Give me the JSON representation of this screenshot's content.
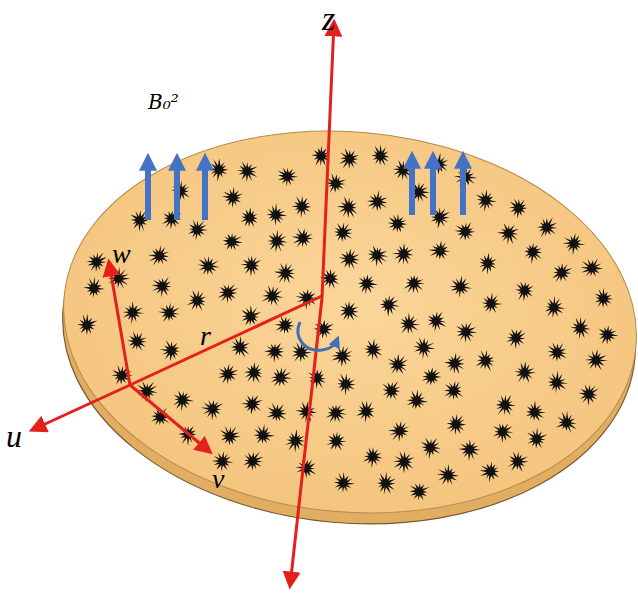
{
  "diagram": {
    "labels": [
      "z",
      "B₀²",
      "w",
      "r",
      "u",
      "v"
    ]
  }
}
